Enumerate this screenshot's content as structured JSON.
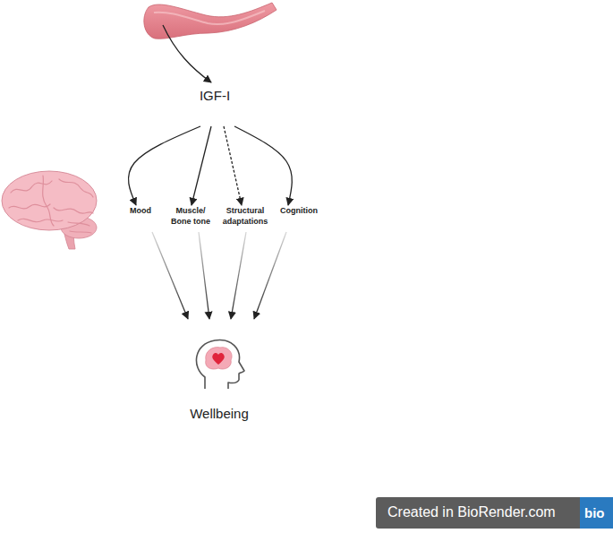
{
  "diagram": {
    "nodes": [
      {
        "text": [
          "IGF-I"
        ]
      },
      {
        "text": [
          "Mood"
        ]
      },
      {
        "text": [
          "Muscle/ Bone tone"
        ]
      },
      {
        "text": [
          "Structural adaptations"
        ]
      },
      {
        "text": [
          "Cognition"
        ]
      },
      {
        "text": [
          "Wellbeing"
        ]
      }
    ],
    "edges": [
      {
        "from": 0,
        "to": 1,
        "arrow": "to"
      },
      {
        "from": 0,
        "to": 2,
        "arrow": "to"
      },
      {
        "from": 0,
        "to": 3,
        "arrow": "to"
      },
      {
        "from": 0,
        "to": 4,
        "arrow": "to"
      },
      {
        "from": 1,
        "to": 5,
        "arrow": "to"
      },
      {
        "from": 2,
        "to": 5,
        "arrow": "to"
      },
      {
        "from": 3,
        "to": 5,
        "arrow": "to"
      },
      {
        "from": 4,
        "to": 5,
        "arrow": "to"
      }
    ],
    "labels": [
      "Created in BioRender.com",
      "bio"
    ]
  }
}
